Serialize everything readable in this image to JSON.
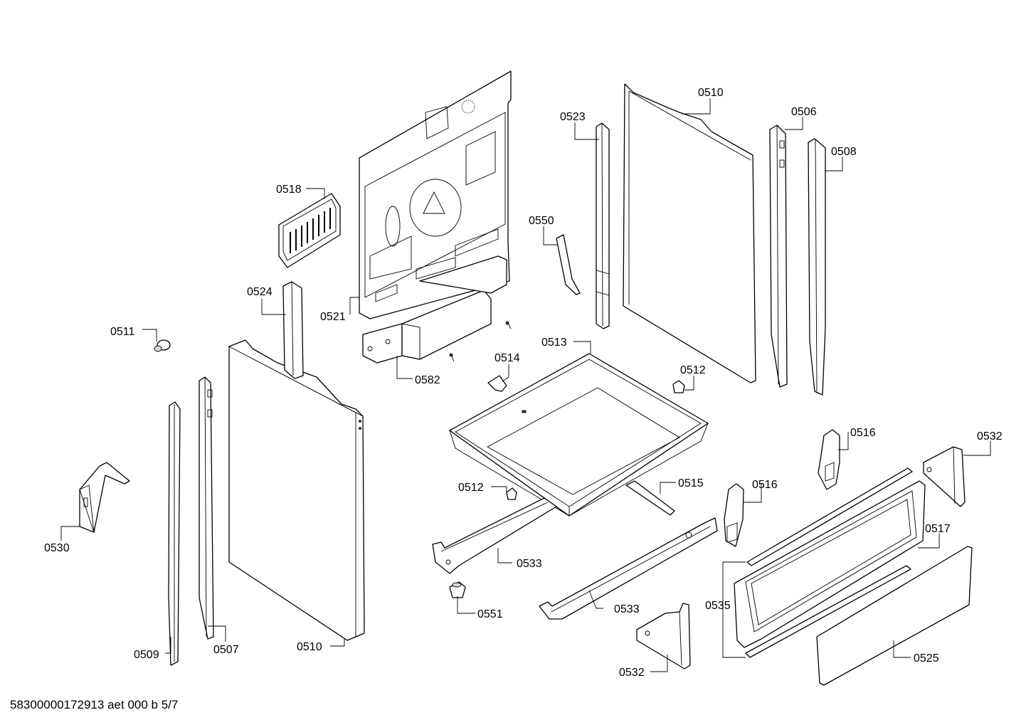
{
  "labels": {
    "p0510a": "0510",
    "p0506": "0506",
    "p0523": "0523",
    "p0508": "0508",
    "p0518": "0518",
    "p0550": "0550",
    "p0524": "0524",
    "p0521": "0521",
    "p0511": "0511",
    "p0513": "0513",
    "p0514": "0514",
    "p0512a": "0512",
    "p0582": "0582",
    "p0516a": "0516",
    "p0532a": "0532",
    "p0512b": "0512",
    "p0515": "0515",
    "p0516b": "0516",
    "p0530": "0530",
    "p0517": "0517",
    "p0533a": "0533",
    "p0551": "0551",
    "p0533b": "0533",
    "p0535": "0535",
    "p0509": "0509",
    "p0507": "0507",
    "p0510b": "0510",
    "p0525": "0525",
    "p0532b": "0532"
  },
  "footer": "58300000172913 aet 000 b 5/7"
}
